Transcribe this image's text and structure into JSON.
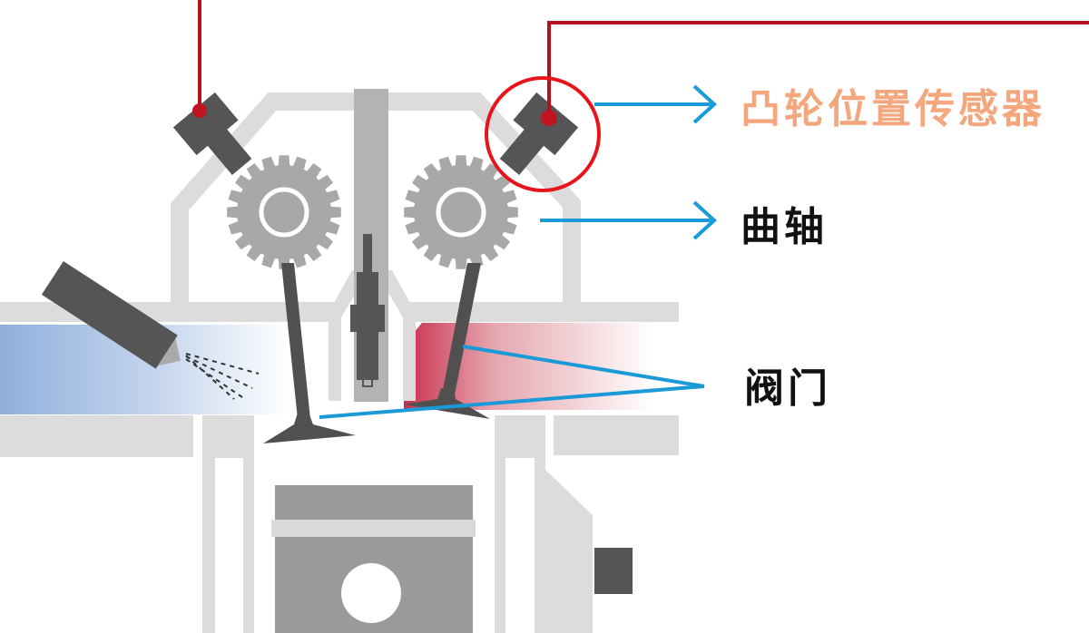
{
  "labels": {
    "cam_sensor": "凸轮位置传感器",
    "crankshaft": "曲轴",
    "valve": "阀门"
  },
  "colors": {
    "wire": "#b3121e",
    "highlight_circle": "#e8141c",
    "pointer": "#1a9ad6",
    "cam_label": "#f4a67c",
    "frame": "#d9d9d9",
    "dark_part": "#555555",
    "gear": "#a8a8a8",
    "intake": "#8fb0dc",
    "exhaust": "#c8304d"
  }
}
